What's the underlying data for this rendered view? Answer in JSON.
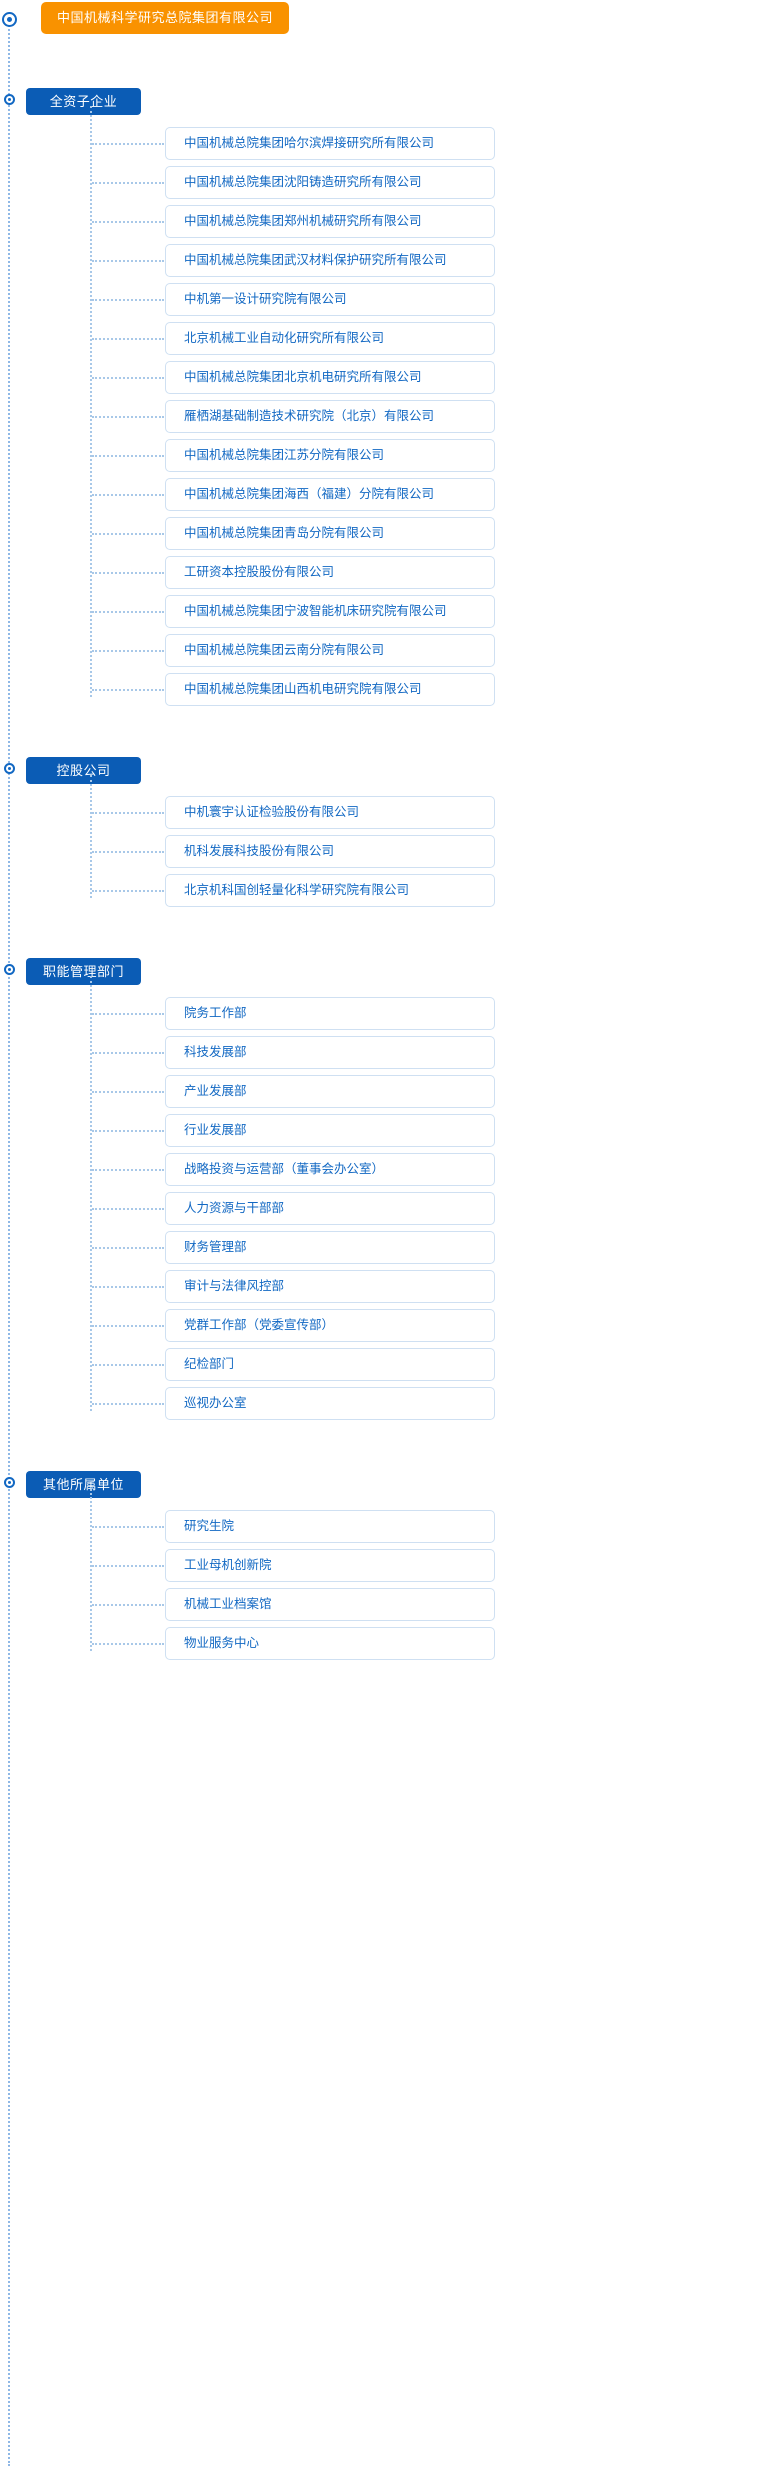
{
  "colors": {
    "root_badge_bg": "#f99200",
    "section_badge_bg": "#0b5cb5",
    "card_text": "#1268c3",
    "card_border": "#cfe0f2",
    "connector": "#a8c8e8",
    "rail": "#8fb8e6",
    "background": "#ffffff"
  },
  "root": {
    "label": "中国机械科学研究总院集团有限公司"
  },
  "sections": [
    {
      "label": "全资子企业",
      "items": [
        "中国机械总院集团哈尔滨焊接研究所有限公司",
        "中国机械总院集团沈阳铸造研究所有限公司",
        "中国机械总院集团郑州机械研究所有限公司",
        "中国机械总院集团武汉材料保护研究所有限公司",
        "中机第一设计研究院有限公司",
        "北京机械工业自动化研究所有限公司",
        "中国机械总院集团北京机电研究所有限公司",
        "雁栖湖基础制造技术研究院（北京）有限公司",
        "中国机械总院集团江苏分院有限公司",
        "中国机械总院集团海西（福建）分院有限公司",
        "中国机械总院集团青岛分院有限公司",
        "工研资本控股股份有限公司",
        "中国机械总院集团宁波智能机床研究院有限公司",
        "中国机械总院集团云南分院有限公司",
        "中国机械总院集团山西机电研究院有限公司"
      ]
    },
    {
      "label": "控股公司",
      "items": [
        "中机寰宇认证检验股份有限公司",
        "机科发展科技股份有限公司",
        "北京机科国创轻量化科学研究院有限公司"
      ]
    },
    {
      "label": "职能管理部门",
      "items": [
        "院务工作部",
        "科技发展部",
        "产业发展部",
        "行业发展部",
        "战略投资与运营部（董事会办公室）",
        "人力资源与干部部",
        "财务管理部",
        "审计与法律风控部",
        "党群工作部（党委宣传部）",
        "纪检部门",
        "巡视办公室"
      ]
    },
    {
      "label": "其他所属单位",
      "items": [
        "研究生院",
        "工业母机创新院",
        "机械工业档案馆",
        "物业服务中心"
      ]
    }
  ]
}
